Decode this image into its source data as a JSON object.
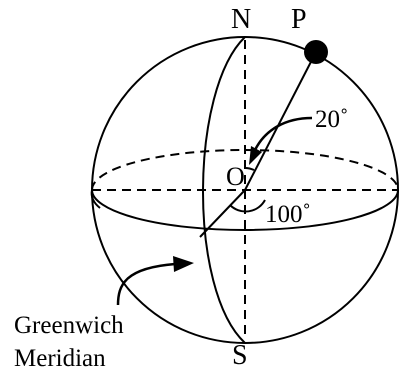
{
  "diagram": {
    "labels": {
      "north": "N",
      "south": "S",
      "point": "P",
      "center": "O",
      "angle_small": "20˚",
      "angle_large": "100˚",
      "meridian_line1": "Greenwich",
      "meridian_line2": "Meridian"
    },
    "colors": {
      "stroke": "#000000",
      "background": "#ffffff"
    }
  }
}
